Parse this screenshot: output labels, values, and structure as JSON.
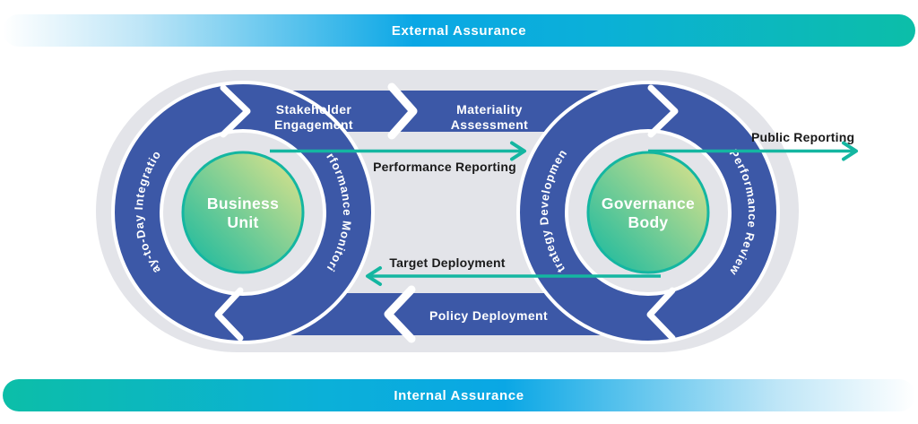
{
  "bars": {
    "external": {
      "label": "External Assurance"
    },
    "internal": {
      "label": "Internal Assurance"
    }
  },
  "left_loop": {
    "circle": {
      "line1": "Business",
      "line2": "Unit"
    },
    "arc_left": "Day-to-Day Integration",
    "arc_right": "Performance Monitoring",
    "band": {
      "line1": "Stakeholder",
      "line2": "Engagement"
    }
  },
  "right_loop": {
    "circle": {
      "line1": "Governance",
      "line2": "Body"
    },
    "arc_left": "Strategy Development",
    "arc_right": "Performance Review"
  },
  "bands": {
    "materiality": {
      "line1": "Materiality",
      "line2": "Assessment"
    },
    "policy": "Policy Deployment"
  },
  "arrows": {
    "performance_reporting": "Performance Reporting",
    "target_deployment": "Target Deployment",
    "public_reporting": "Public Reporting"
  },
  "colors": {
    "ring_blue": "#3C58A7",
    "track_gray": "#E3E4E9",
    "teal": "#14B6A1",
    "circle_teal": "#2ABD9D",
    "circle_yellow": "#DBE28B",
    "bar_blue": "#0AA7E5",
    "bar_teal": "#0CBEA8",
    "label_dark": "#1A1A1A",
    "text_white": "#FFFFFF"
  }
}
